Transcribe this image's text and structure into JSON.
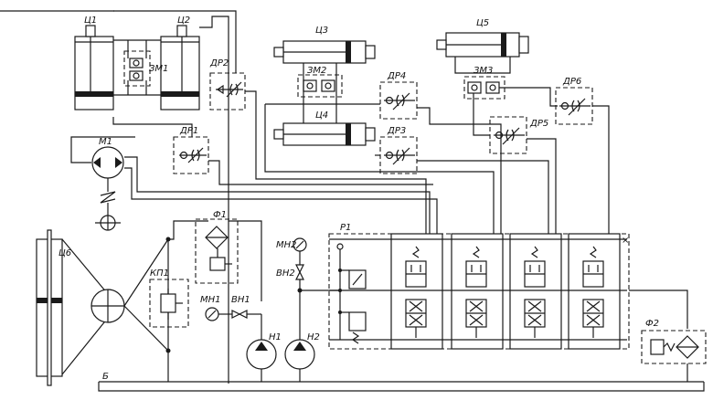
{
  "labels": {
    "c1": "Ц1",
    "c2": "Ц2",
    "c3": "Ц3",
    "c4": "Ц4",
    "c5": "Ц5",
    "c6": "Ц6",
    "zm1": "ЗМ1",
    "zm2": "ЗМ2",
    "zm3": "ЗМ3",
    "dr1": "ДР1",
    "dr2": "ДР2",
    "dr3": "ДР3",
    "dr4": "ДР4",
    "dr5": "ДР5",
    "dr6": "ДР6",
    "m1": "М1",
    "f1": "Ф1",
    "f2": "Ф2",
    "kp1": "КП1",
    "mn1": "МН1",
    "mn2": "МН2",
    "vn1": "ВН1",
    "vn2": "ВН2",
    "n1": "Н1",
    "n2": "Н2",
    "r1": "Р1",
    "b": "Б"
  },
  "colors": {
    "line": "#1a1a1a",
    "background": "#ffffff"
  }
}
